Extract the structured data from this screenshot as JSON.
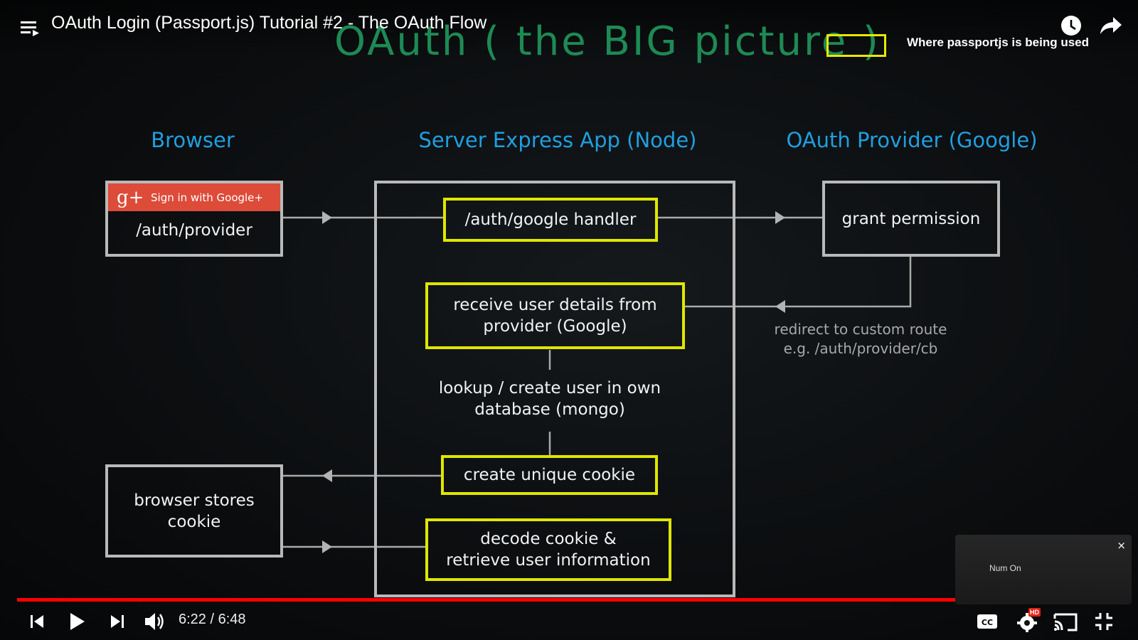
{
  "player": {
    "video_title": "OAuth Login (Passport.js) Tutorial #2 - The OAuth Flow",
    "current_time": "6:22",
    "duration": "6:48",
    "time_display": "6:22 / 6:48",
    "progress_fraction": 0.935,
    "hd_badge": "HD",
    "accent_color": "#ff0000"
  },
  "icons": [
    "menu-icon",
    "watch-later-icon",
    "share-icon",
    "previous-icon",
    "play-icon",
    "next-icon",
    "volume-icon",
    "captions-icon",
    "settings-icon",
    "cast-icon",
    "exit-fullscreen-icon",
    "close-icon"
  ],
  "slide": {
    "title": "OAuth ( the BIG picture )",
    "legend_text": "Where passportjs is being used",
    "legend_color": "#e8e800",
    "columns": {
      "browser": "Browser",
      "server": "Server Express App (Node)",
      "provider": "OAuth Provider (Google)"
    },
    "google_button": {
      "glyph": "g+",
      "label": "Sign in with Google+"
    },
    "boxes": {
      "auth_provider": "/auth/provider",
      "auth_google_handler": "/auth/google handler",
      "grant_permission": "grant permission",
      "receive_details_l1": "receive user details from",
      "receive_details_l2": "provider (Google)",
      "lookup_l1": "lookup / create user in own",
      "lookup_l2": "database (mongo)",
      "create_cookie": "create unique cookie",
      "browser_stores_l1": "browser stores",
      "browser_stores_l2": "cookie",
      "decode_l1": "decode cookie &",
      "decode_l2": "retrieve user information"
    },
    "redirect_note_l1": "redirect to custom route",
    "redirect_note_l2": "e.g. /auth/provider/cb"
  },
  "toast": {
    "text": "Num On",
    "close": "×"
  }
}
